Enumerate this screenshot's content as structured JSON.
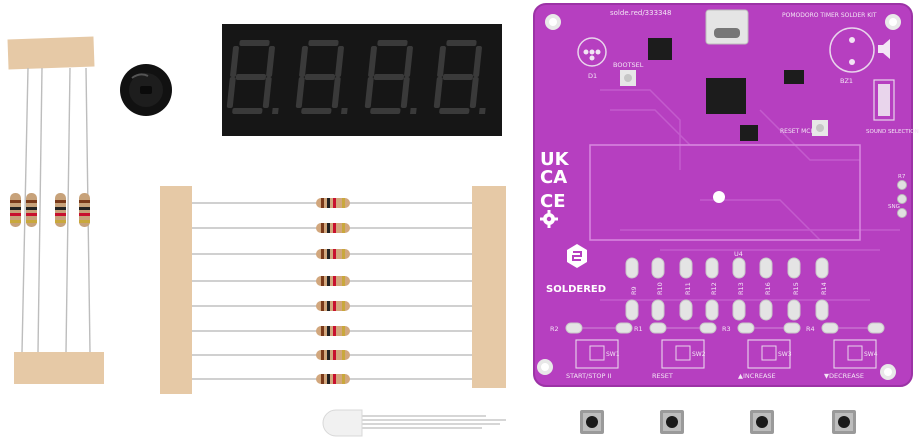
{
  "pcb": {
    "url": "solde.red/333348",
    "title": "POMODORO TIMER SOLDER KIT",
    "bootsel": "BOOTSEL",
    "reset_mcu": "RESET MCU",
    "sound_selection": "SOUND SELECTION",
    "brand": "SOLDERED",
    "mark_ukca_top": "UK",
    "mark_ukca_bottom": "CA",
    "mark_ce": "CE",
    "d1": "D1",
    "bz1": "BZ1",
    "u4": "U4",
    "resistor_labels": [
      "R9",
      "R10",
      "R11",
      "R12",
      "R13",
      "R16",
      "R15",
      "R14"
    ],
    "row_resistors": [
      "R2",
      "R1",
      "R3",
      "R4"
    ],
    "switch_ids": [
      "SW1",
      "SW2",
      "SW3",
      "SW4"
    ],
    "switch_labels": [
      "START/STOP II",
      "RESET",
      "▲INCREASE",
      "▼DECREASE"
    ],
    "side_labels": [
      "R7",
      "SNG"
    ]
  },
  "display": {
    "digits": [
      "8.",
      "8.",
      "8.",
      "8."
    ]
  },
  "colors": {
    "pcb": "#b63fc0",
    "pcb_dark": "#8e2c9a",
    "tape": "#e3c7a3",
    "display_body": "#161616",
    "segment_off": "#3a3a3a"
  }
}
